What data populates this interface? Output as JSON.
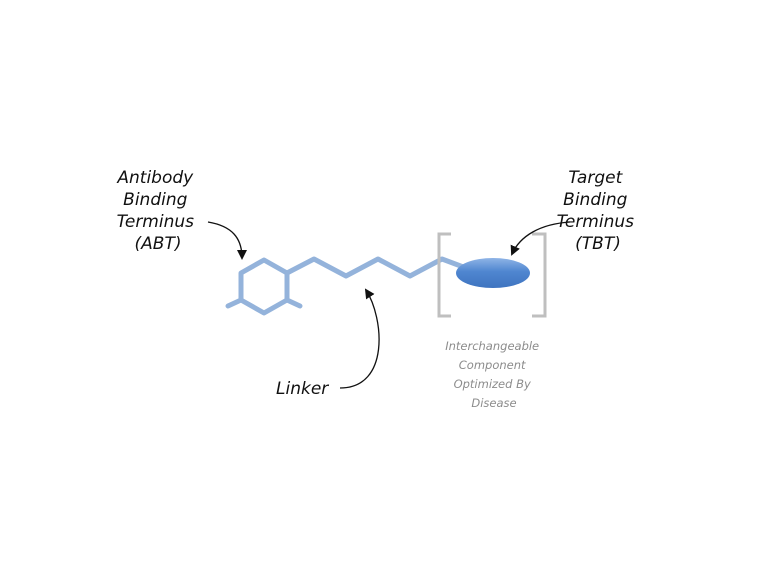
{
  "labels": {
    "abt": [
      "Antibody",
      "Binding",
      "Terminus",
      "(ABT)"
    ],
    "tbt": [
      "Target",
      "Binding",
      "Terminus",
      "(TBT)"
    ],
    "linker": "Linker",
    "interchangeable": [
      "Interchangeable",
      "Component",
      "Optimized By",
      "Disease"
    ]
  },
  "colors": {
    "molecule_stroke": "#94b3db",
    "tbt_fill": "#4f86d0",
    "tbt_highlight": "#8fb4e6",
    "bracket": "#bfbfbf",
    "annotation_gray": "#8c8c8c",
    "text": "#111111"
  }
}
